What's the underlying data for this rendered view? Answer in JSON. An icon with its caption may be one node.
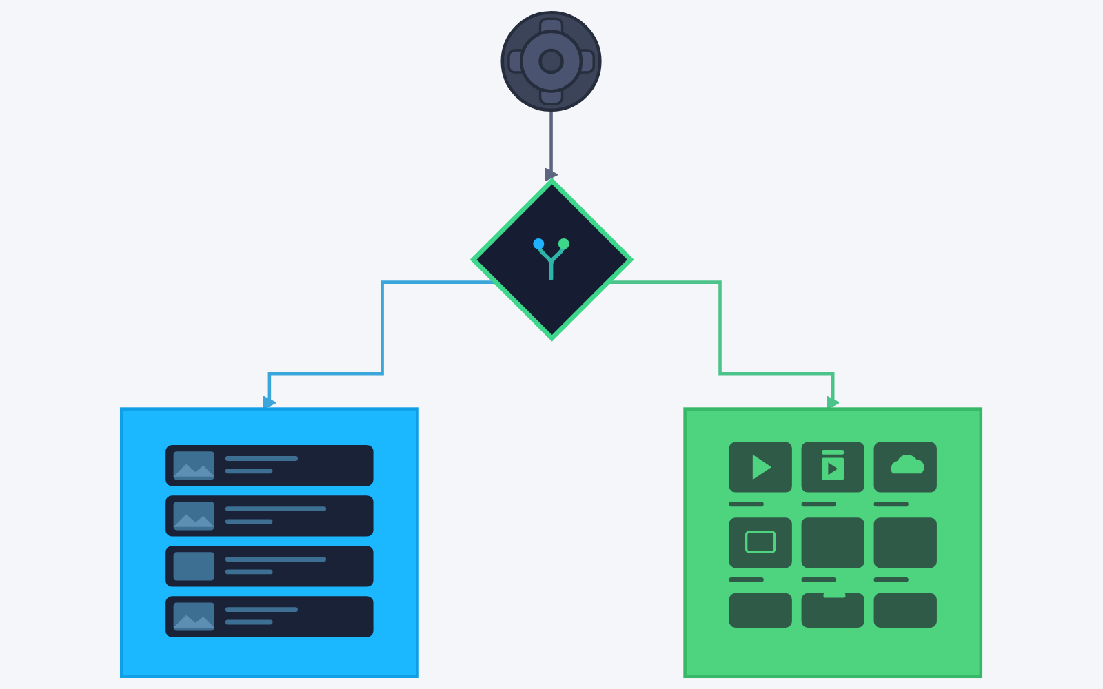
{
  "diagram": {
    "nodes": [
      {
        "text": [],
        "shape": "gear"
      },
      {
        "text": [],
        "shape": "diamond"
      },
      {
        "text": [],
        "shape": "box"
      },
      {
        "text": [],
        "shape": "box"
      }
    ],
    "edges": [
      {
        "from": 0,
        "to": 1,
        "arrow": "to",
        "color": "#5c6580"
      },
      {
        "from": 1,
        "to": 2,
        "arrow": "to",
        "color": "#3aa6d9"
      },
      {
        "from": 1,
        "to": 3,
        "arrow": "to",
        "color": "#4cc38a"
      }
    ]
  }
}
